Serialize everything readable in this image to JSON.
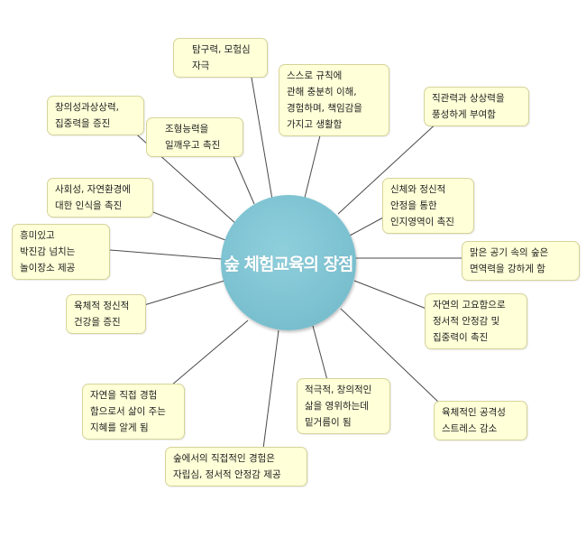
{
  "center": {
    "label": "숲 체험교육의 장점"
  },
  "nodes": [
    {
      "id": "n1",
      "lines": [
        "탐구력, 모험심",
        "자극"
      ]
    },
    {
      "id": "n2",
      "lines": [
        "스스로 규칙에",
        "관해 충분히 이해,",
        "경험하며, 책임감을",
        "가지고 생활함"
      ]
    },
    {
      "id": "n3",
      "lines": [
        "직관력과 상상력을",
        "풍성하게 부여함"
      ]
    },
    {
      "id": "n4",
      "lines": [
        "창의성과상상력,",
        "집중력을 증진"
      ]
    },
    {
      "id": "n5",
      "lines": [
        "조형능력을",
        "일깨우고 촉진"
      ]
    },
    {
      "id": "n6",
      "lines": [
        "신체와 정신적",
        "안정을 통한",
        "인지영역이 촉진"
      ]
    },
    {
      "id": "n7",
      "lines": [
        "사회성, 자연환경에",
        "대한 인식을 촉진"
      ]
    },
    {
      "id": "n8",
      "lines": [
        "흥미있고",
        "박진감 넘치는",
        "놀이장소 제공"
      ]
    },
    {
      "id": "n9",
      "lines": [
        "맑은 공기 속의 숲은",
        "면역력을 강하게 함"
      ]
    },
    {
      "id": "n10",
      "lines": [
        "육체적 정신적",
        "건강을 증진"
      ]
    },
    {
      "id": "n11",
      "lines": [
        "자연의 고요함으로",
        "정서적 안정감 및",
        "집중력이 촉진"
      ]
    },
    {
      "id": "n12",
      "lines": [
        "적극적, 창의적인",
        "삶을 영위하는데",
        "밑거름이 됨"
      ]
    },
    {
      "id": "n13",
      "lines": [
        "자연을 직접 경험",
        "함으로서 삶이 주는",
        "지혜를 알게 됨"
      ]
    },
    {
      "id": "n14",
      "lines": [
        "육체적인 공격성",
        "스트레스 감소"
      ]
    },
    {
      "id": "n15",
      "lines": [
        "숲에서의 직접적인 경험은",
        "자립심, 정서적 안정감 제공"
      ]
    }
  ]
}
